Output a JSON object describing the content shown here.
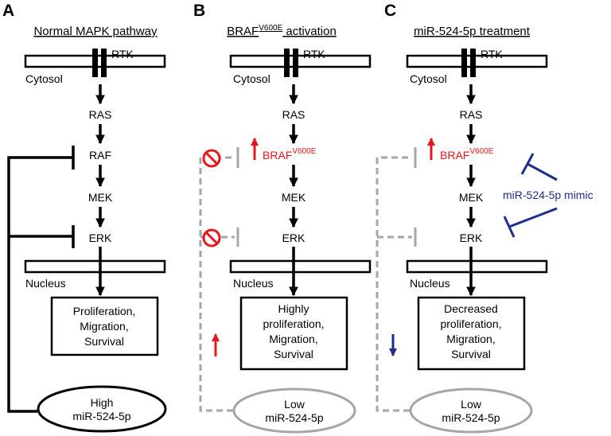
{
  "panels": [
    {
      "letter": "A",
      "title": "Normal MAPK pathway",
      "rtk": "RTK",
      "cytosol": "Cytosol",
      "ras": "RAS",
      "raf": "RAF",
      "mek": "MEK",
      "erk": "ERK",
      "nucleus": "Nucleus",
      "outcome": [
        "Proliferation,",
        "Migration,",
        "Survival"
      ],
      "mirna": [
        "High",
        "miR-524-5p"
      ]
    },
    {
      "letter": "B",
      "title_base": "BRAF",
      "title_sup": "V600E",
      "title_rest": " activation",
      "rtk": "RTK",
      "cytosol": "Cytosol",
      "ras": "RAS",
      "braf_base": "BRAF",
      "braf_sup": "V600E",
      "mek": "MEK",
      "erk": "ERK",
      "nucleus": "Nucleus",
      "outcome": [
        "Highly",
        "proliferation,",
        "Migration,",
        "Survival"
      ],
      "mirna": [
        "Low",
        "miR-524-5p"
      ]
    },
    {
      "letter": "C",
      "title": "miR-524-5p treatment",
      "rtk": "RTK",
      "cytosol": "Cytosol",
      "ras": "RAS",
      "braf_base": "BRAF",
      "braf_sup": "V600E",
      "mek": "MEK",
      "erk": "ERK",
      "nucleus": "Nucleus",
      "outcome": [
        "Decreased",
        "proliferation,",
        "Migration,",
        "Survival"
      ],
      "mirna": [
        "Low",
        "miR-524-5p"
      ],
      "mimic": "miR-524-5p mimic"
    }
  ],
  "colors": {
    "black": "#000000",
    "red": "#e8151b",
    "gray": "#a6a6a6",
    "blue": "#1f2d8f"
  }
}
